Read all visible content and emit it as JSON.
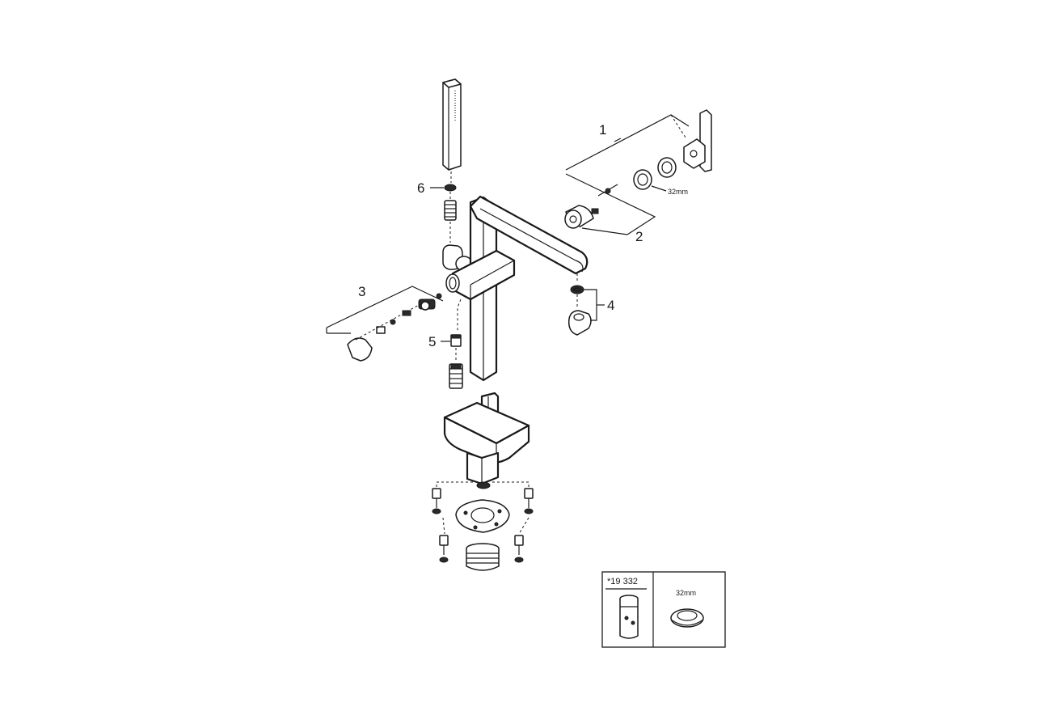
{
  "callouts": [
    {
      "id": "1",
      "label": "1"
    },
    {
      "id": "2",
      "label": "2"
    },
    {
      "id": "3",
      "label": "3"
    },
    {
      "id": "4",
      "label": "4"
    },
    {
      "id": "5",
      "label": "5"
    },
    {
      "id": "6",
      "label": "6"
    }
  ],
  "nut_size_label": "32mm",
  "inset": {
    "tool_part_number": "*19 332",
    "ring_size_label": "32mm"
  }
}
